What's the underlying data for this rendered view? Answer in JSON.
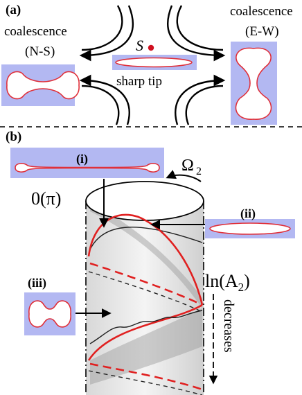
{
  "panel_a": {
    "tag": "(a)",
    "left_label_line1": "coalescence",
    "left_label_line2": "(N-S)",
    "right_label_line1": "coalescence",
    "right_label_line2": "(E-W)",
    "point_label": "S",
    "tip_label": "sharp tip"
  },
  "panel_b": {
    "tag": "(b)",
    "inset_i": "(i)",
    "inset_ii": "(ii)",
    "inset_iii": "(iii)",
    "rotation_label": "Ω",
    "rotation_sub": "2",
    "phase_label": "0(π)",
    "ln_label": "ln(A",
    "ln_sub": "2",
    "ln_close": ")",
    "decreases_label": "decreases"
  },
  "colors": {
    "panel_fill": "#b3b8f2",
    "shape_stroke": "#e0303a",
    "point": "#d01020"
  }
}
